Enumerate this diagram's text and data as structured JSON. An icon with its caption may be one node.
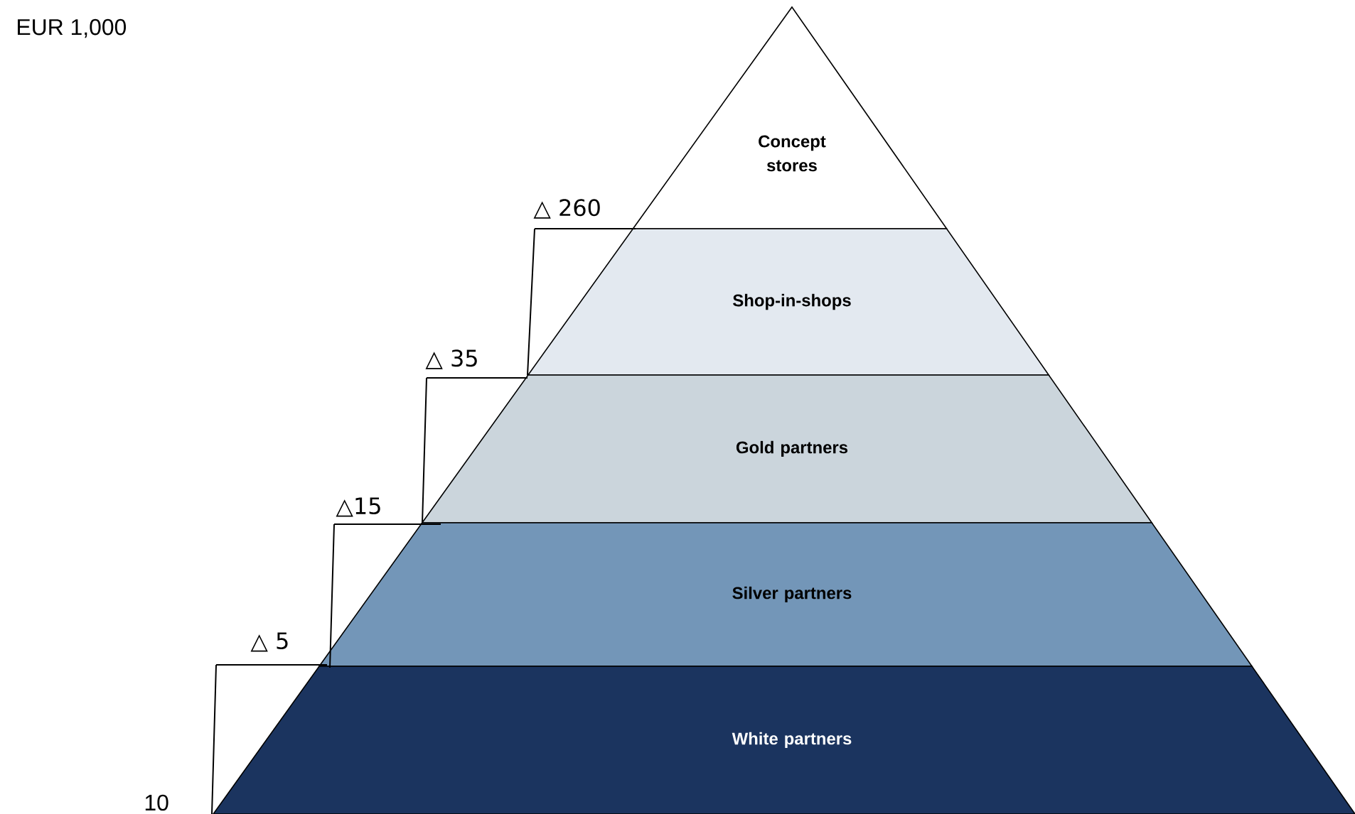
{
  "diagram": {
    "nodes": [
      {
        "text": [
          "Concept stores"
        ]
      },
      {
        "text": [
          "Shop-in-shops"
        ]
      },
      {
        "text": [
          "Gold partners"
        ]
      },
      {
        "text": [
          "Silver partners"
        ]
      },
      {
        "text": [
          "White partners"
        ]
      }
    ],
    "labels": [
      "EUR 1,000",
      "△ 260",
      "△ 35",
      "△15",
      "△ 5",
      "10"
    ]
  }
}
